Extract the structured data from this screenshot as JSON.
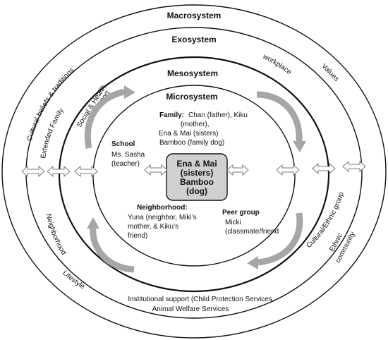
{
  "systems": {
    "macro": "Macrosystem",
    "exo": "Exosystem",
    "meso": "Mesosystem",
    "micro": "Microsystem"
  },
  "center": {
    "line1": "Ena & Mai",
    "line2": "(sisters)",
    "line3": "Bamboo",
    "line4": "(dog)"
  },
  "family": {
    "title": "Family:",
    "line1": "Chan (father), Kiku",
    "line2": "(mother),",
    "line3": "Ena & Mai (sisters)",
    "line4": "Bamboo (family dog)"
  },
  "school": {
    "title": "School",
    "line1": "Ms. Sasha",
    "line2": "(teacher)"
  },
  "neighborhood_micro": {
    "title": "Neighborhood:",
    "line1": "Yuna (neighbor, Miki’s",
    "line2": "mother, & Kiku’s",
    "line3": "friend)"
  },
  "peer": {
    "title": "Peer group",
    "line1": "Micki",
    "line2": "(classmate/friend"
  },
  "macro_labels": {
    "cultural_beliefs": "Cultural beliefs & traditions",
    "values": "Values",
    "lifestyle": "Lifestyle",
    "ethnic_1": "Ethnic",
    "ethnic_2": "community"
  },
  "exo_labels": {
    "extended_family": "Extended Family",
    "workplace": "workplace",
    "neighborhood": "Neighborhood",
    "cultural_group": "Cultural/Ethnic group",
    "institutional_1": "Institutional support (Child Protection Services,",
    "institutional_2": "Animal Welfare Services"
  },
  "meso_labels": {
    "social_1": "Social & Health",
    "social_2": "support"
  },
  "colors": {
    "ring": "#111111",
    "center_fill": "#d0d0d0",
    "arrow_fill": "#ffffff",
    "arrow_stroke": "#7a7a7a",
    "curved_arrow": "#a6a6a6"
  }
}
